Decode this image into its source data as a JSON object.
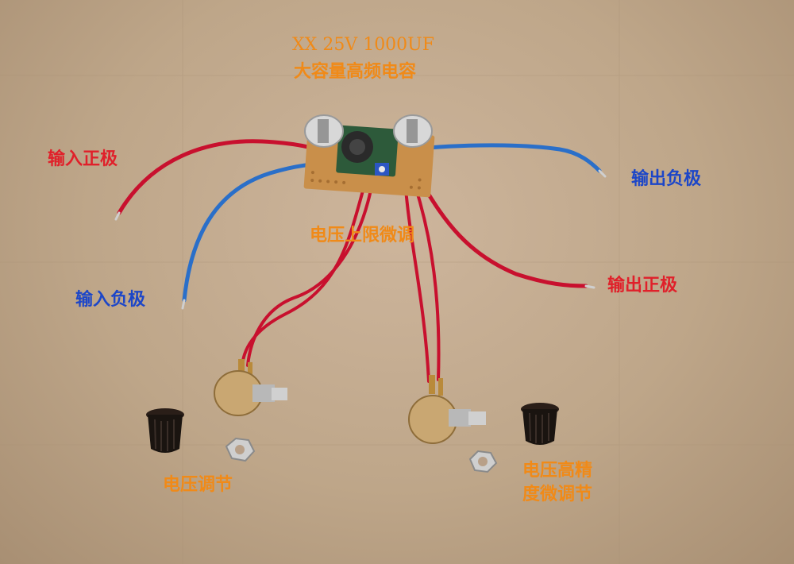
{
  "labels": {
    "capacitor_spec": "XX 25V 1000UF",
    "capacitor_desc": "大容量高频电容",
    "input_positive": "输入正极",
    "input_negative": "输入负极",
    "output_negative": "输出负极",
    "output_positive": "输出正极",
    "upper_limit_trim": "电压上限微调",
    "voltage_adjust": "电压调节",
    "fine_adjust_line1": "电压高精",
    "fine_adjust_line2": "度微调节"
  },
  "colors": {
    "label_red": "#e0202a",
    "label_blue": "#1c46c8",
    "label_orange": "#f08a18",
    "wire_red": "#c8102e",
    "wire_blue": "#2a6fc9",
    "cardboard": "#c2aa8e"
  }
}
